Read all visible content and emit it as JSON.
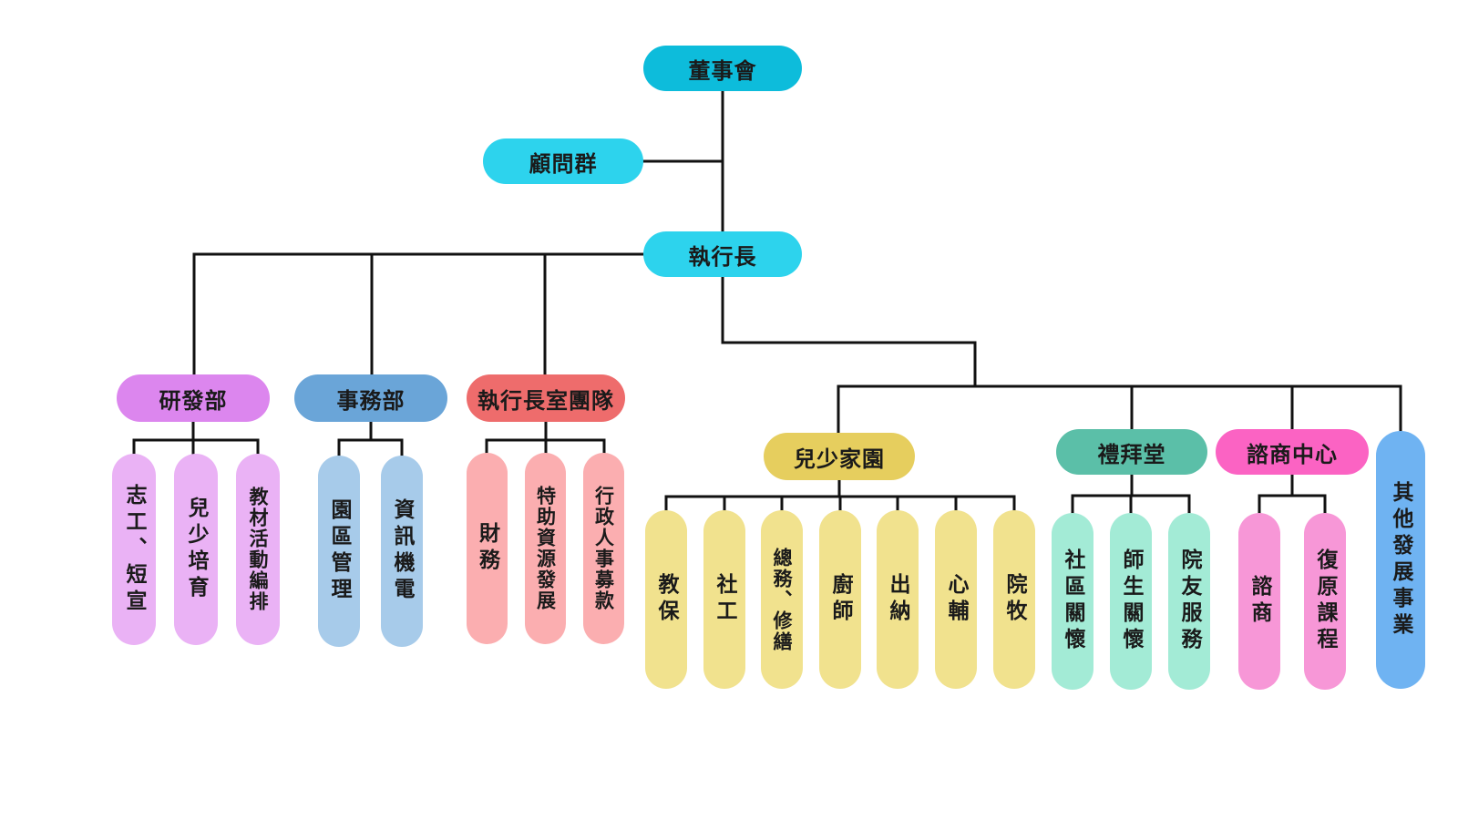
{
  "colors": {
    "board": "#0dbcdb",
    "advisors": "#2dd3ed",
    "ceo": "#2dd3ed",
    "rd_head": "#dc86ee",
    "rd_leaf": "#eab2f5",
    "affairs_head": "#6aa5d8",
    "affairs_leaf": "#a7cbea",
    "office_head": "#ee6c6c",
    "office_leaf": "#fbaeb0",
    "home_head": "#e6ce5e",
    "home_leaf": "#f1e28e",
    "chapel_head": "#5bbfa8",
    "chapel_leaf": "#a3ebd6",
    "counsel_head": "#fb63c3",
    "counsel_leaf": "#f797d7",
    "other": "#6fb3f2",
    "line": "#111111"
  },
  "nodes": {
    "board": "董事會",
    "advisors": "顧問群",
    "ceo": "執行長",
    "rd": {
      "label": "研發部",
      "children": [
        "志工、短宣",
        "兒少培育",
        "教材活動編排"
      ]
    },
    "affairs": {
      "label": "事務部",
      "children": [
        "園區管理",
        "資訊機電"
      ]
    },
    "office": {
      "label": "執行長室團隊",
      "children": [
        "財務",
        "特助資源發展",
        "行政人事募款"
      ]
    },
    "home": {
      "label": "兒少家園",
      "children": [
        "教保",
        "社工",
        "總務、修繕",
        "廚師",
        "出納",
        "心輔",
        "院牧"
      ]
    },
    "chapel": {
      "label": "禮拜堂",
      "children": [
        "社區關懷",
        "師生關懷",
        "院友服務"
      ]
    },
    "counsel": {
      "label": "諮商中心",
      "children": [
        "諮商",
        "復原課程"
      ]
    },
    "other": "其他發展事業"
  }
}
